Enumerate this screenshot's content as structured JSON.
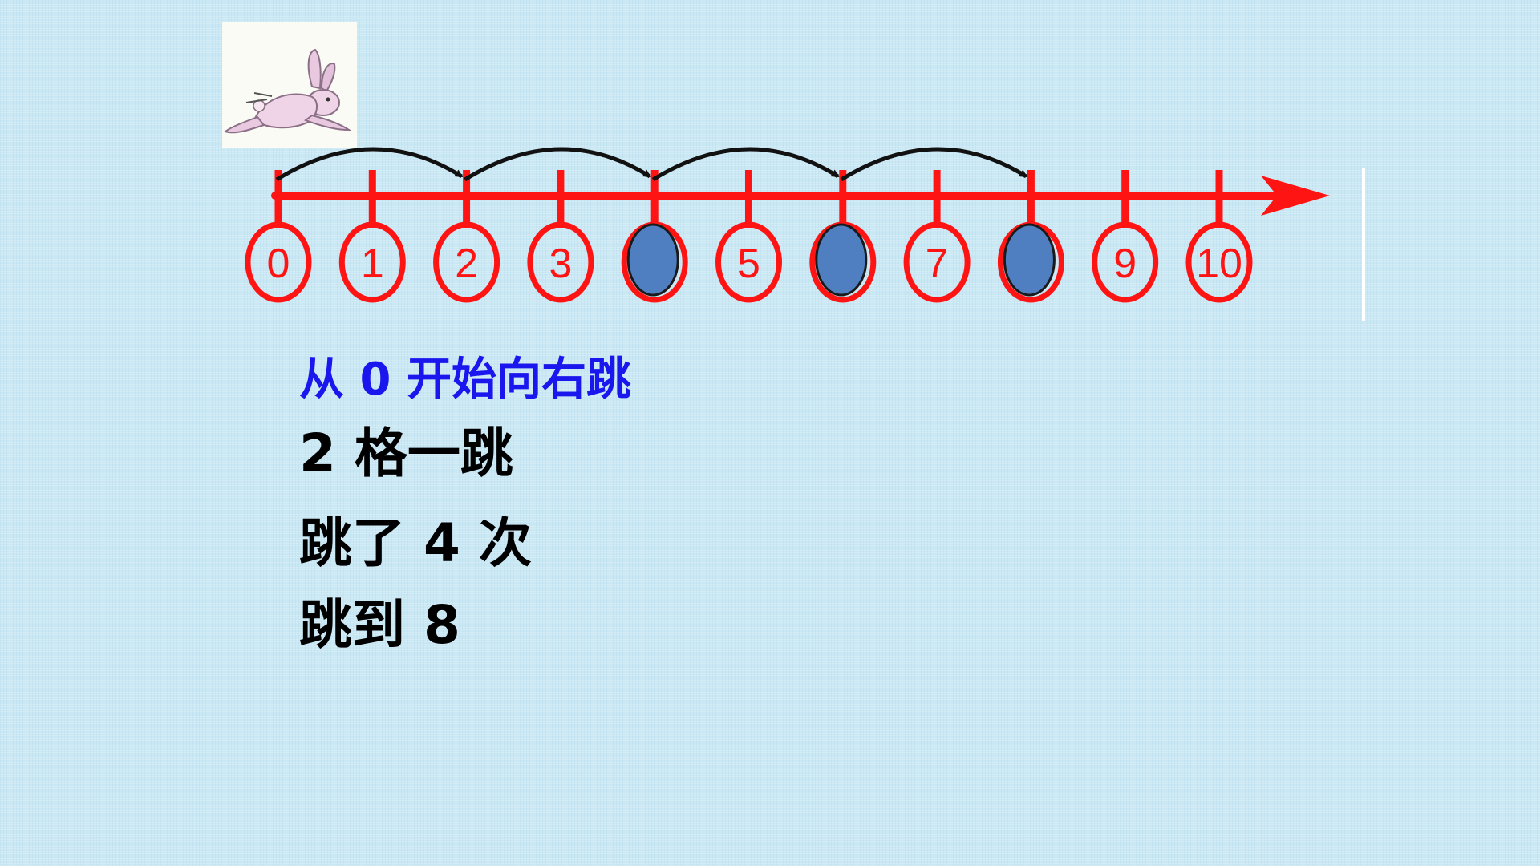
{
  "number_line": {
    "labels": [
      "0",
      "1",
      "2",
      "3",
      "",
      "5",
      "",
      "7",
      "",
      "9",
      "10"
    ],
    "covered_positions": [
      4,
      6,
      8
    ],
    "jumps": [
      [
        0,
        2
      ],
      [
        2,
        4
      ],
      [
        4,
        6
      ],
      [
        6,
        8
      ]
    ],
    "line_color": "#ff1414",
    "arc_color": "#111111",
    "cover_color": "#4f7fc0"
  },
  "text": {
    "line1": "从 0 开始向右跳",
    "line2": "2 格一跳",
    "line3": "跳了 4 次",
    "line4": "跳到 8"
  },
  "rabbit": {
    "icon": "rabbit-icon"
  }
}
